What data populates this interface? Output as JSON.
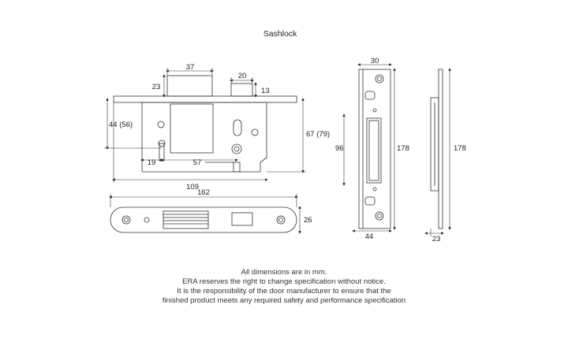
{
  "title": "Sashlock",
  "dimensions": {
    "bolt_width": "37",
    "bolt_projection": "23",
    "latch_width": "20",
    "latch_projection": "13",
    "case_height": "44 (56)",
    "case_total_height": "67 (79)",
    "hole_offset": "19",
    "hole_spacing": "57",
    "case_depth": "109",
    "forend_length": "162",
    "forend_width": "26",
    "keep_width": "30",
    "keep_slot_height": "96",
    "keep_height": "178",
    "keep_bottom_width": "44",
    "side_height": "178",
    "side_depth": "23"
  },
  "notes": [
    "All dimensions are in mm.",
    "ERA reserves the right to change specification without notice.",
    "It is the responsibility of the door manufacturer to ensure that the",
    "finished product meets any required safety and performance specification"
  ]
}
